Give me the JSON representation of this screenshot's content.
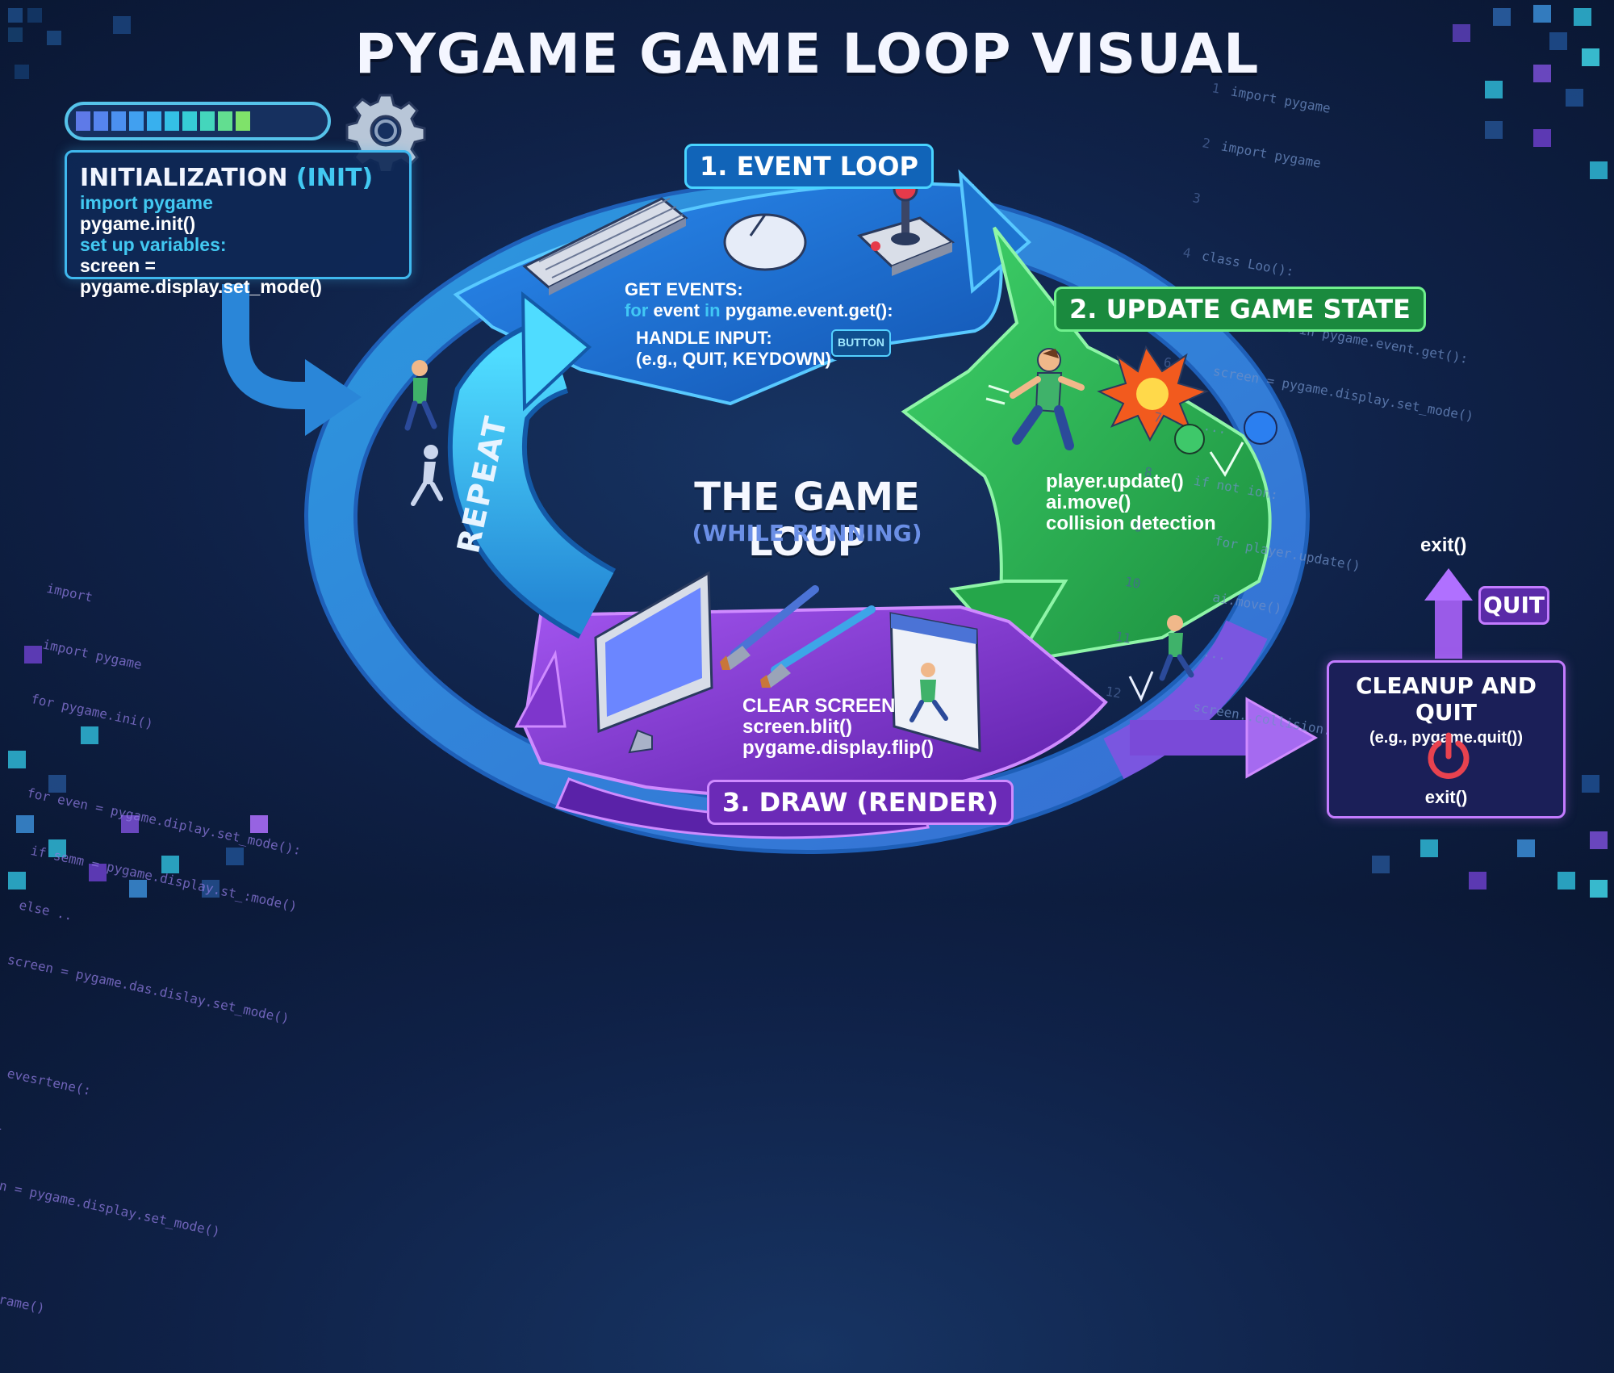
{
  "title": "PYGAME GAME LOOP VISUAL",
  "init": {
    "title_main": "INITIALIZATION",
    "title_accent": "(INIT)",
    "lines": [
      "import pygame",
      "pygame.init()",
      "set up variables:",
      "screen = pygame.display.set_mode()"
    ]
  },
  "event_loop": {
    "badge": "1. EVENT LOOP",
    "get_events": "GET EVENTS:",
    "code_for": "for",
    "code_event": " event ",
    "code_in": "in",
    "code_rest": " pygame.event.get():",
    "handle": "HANDLE INPUT:",
    "examples": "(e.g., QUIT, KEYDOWN)",
    "button": "BUTTON"
  },
  "update": {
    "badge": "2. UPDATE GAME STATE",
    "lines": [
      "player.update()",
      "ai.move()",
      "collision detection"
    ]
  },
  "draw": {
    "badge": "3. DRAW (RENDER)",
    "lines": [
      "CLEAR SCREEN",
      "screen.blit()",
      "pygame.display.flip()"
    ]
  },
  "center": {
    "title": "THE GAME LOOP",
    "subtitle": "(WHILE RUNNING)"
  },
  "repeat": "REPEAT",
  "cleanup": {
    "title": "CLEANUP AND QUIT",
    "subtitle": "(e.g., pygame.quit())",
    "exit": "exit()",
    "quit_badge": "QUIT",
    "exit_top": "exit()"
  },
  "code_top_right": [
    {
      "n": "1",
      "t": "import pygame"
    },
    {
      "n": "2",
      "t": "import pygame"
    },
    {
      "n": "3",
      "t": ""
    },
    {
      "n": "4",
      "t": "class Loo():"
    },
    {
      "n": "5",
      "t": "    for event in pygame.event.get():"
    },
    {
      "n": "6",
      "t": "    screen = pygame.display.set_mode()"
    },
    {
      "n": "7",
      "t": "    ..."
    },
    {
      "n": "8",
      "t": "    if not ion:"
    },
    {
      "n": "9",
      "t": "        for player.update()"
    },
    {
      "n": "10",
      "t": "        ai.move()"
    },
    {
      "n": "11",
      "t": "        ..."
    },
    {
      "n": "12",
      "t": "        screen..collision:dection()"
    }
  ],
  "code_bottom_left": [
    "import",
    " import pygame",
    " for pygame.ini()",
    "",
    "   for even = pygame.diplay.set_mode():",
    "     if semm = pygame.display.st_:mode()",
    "     else ..",
    "     screen = pygame.das.dislay.set_mode()",
    "   }",
    "   elss evesrtene(:",
    "     += -",
    "     screen = pygame.display.set_mode()",
    "     ...",
    "   } :=next frame()"
  ],
  "colors": {
    "event_blue": "#1a6fd1",
    "update_green": "#27b34f",
    "draw_purple": "#8a3fd6",
    "repeat_cyan": "#3cc3f0",
    "accent_cyan": "#42c9f2"
  }
}
